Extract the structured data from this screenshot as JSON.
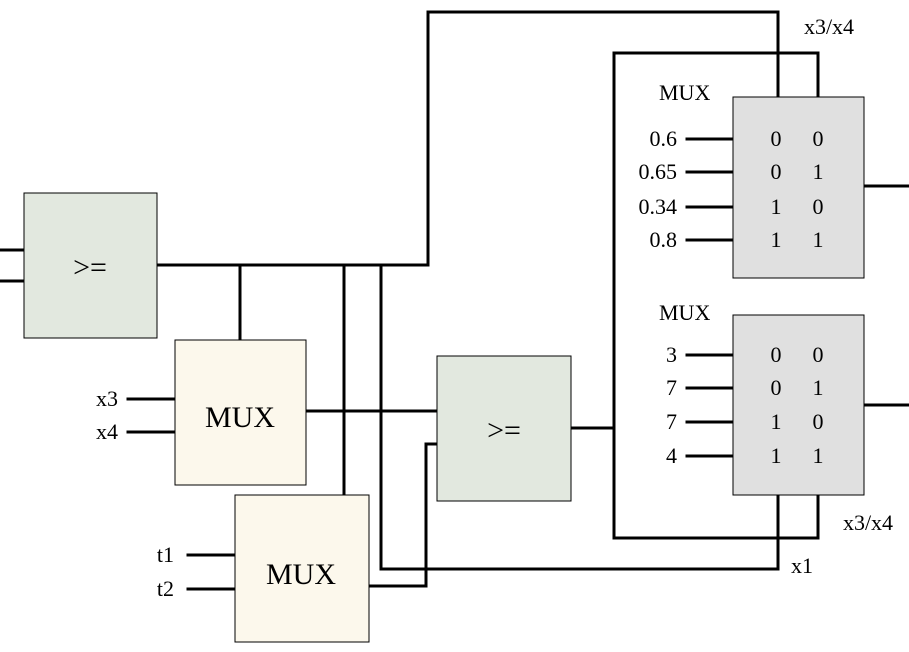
{
  "colors": {
    "wire": "#000000",
    "comparator_fill": "#e2e8df",
    "mux_fill": "#fcf8ec",
    "lut_fill": "#e0e0e0",
    "teal": "#3aa394",
    "orange": "#e1a23f",
    "pink": "#d44b82"
  },
  "comparator_top": {
    "label": ">="
  },
  "comparator_mid": {
    "label": ">="
  },
  "mux_x": {
    "label": "MUX",
    "inputs": [
      "x3",
      "x4"
    ]
  },
  "mux_t": {
    "label": "MUX",
    "inputs": [
      "t1",
      "t2"
    ]
  },
  "lut_top": {
    "title": "MUX",
    "rows": [
      {
        "value": "0.6",
        "color": "#3aa394",
        "bits": [
          "0",
          "0"
        ]
      },
      {
        "value": "0.65",
        "color": "#e1a23f",
        "bits": [
          "0",
          "1"
        ]
      },
      {
        "value": "0.34",
        "color": "#e1a23f",
        "bits": [
          "1",
          "0"
        ]
      },
      {
        "value": "0.8",
        "color": "#d44b82",
        "bits": [
          "1",
          "1"
        ]
      }
    ],
    "select_label": "x3/x4"
  },
  "lut_bottom": {
    "title": "MUX",
    "rows": [
      {
        "value": "3",
        "color": "#3aa394",
        "bits": [
          "0",
          "0"
        ]
      },
      {
        "value": "7",
        "color": "#e1a23f",
        "bits": [
          "0",
          "1"
        ]
      },
      {
        "value": "7",
        "color": "#e1a23f",
        "bits": [
          "1",
          "0"
        ]
      },
      {
        "value": "4",
        "color": "#d44b82",
        "bits": [
          "1",
          "1"
        ]
      }
    ],
    "select_label": "x3/x4",
    "select2_label": "x1"
  }
}
